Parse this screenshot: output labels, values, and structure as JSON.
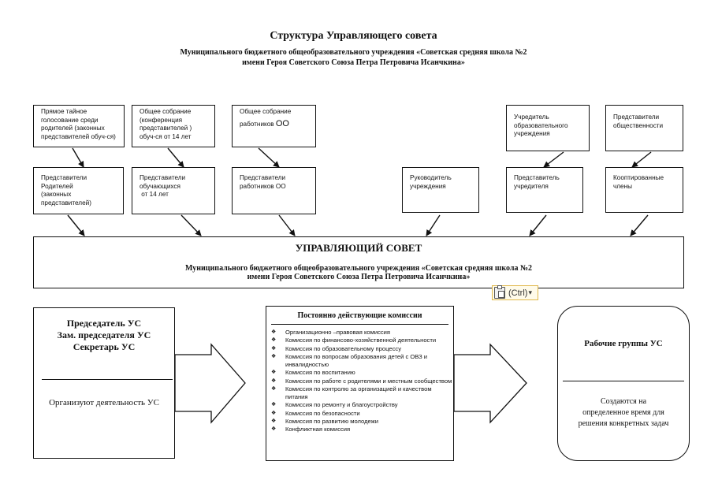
{
  "header": {
    "title": "Структура Управляющего совета",
    "subtitle_line1": "Муниципального бюджетного общеобразовательного учреждения «Советская средняя школа №2",
    "subtitle_line2": "имени Героя Советского Союза Петра Петровича Исанчкина»"
  },
  "sources": [
    {
      "lines": [
        "Прямое тайное",
        "голосование среди",
        "родителей  (законных",
        "представителей обуч-ся)"
      ]
    },
    {
      "lines": [
        "Общее собрание",
        "(конференция",
        "представителей )",
        "обуч-ся от 14 лет"
      ]
    },
    {
      "line1": "Общее собрание",
      "line2_prefix": "работников ",
      "line2_big": "ОО"
    },
    {
      "lines": [
        "Учредитель",
        "образовательного",
        "учреждения"
      ]
    },
    {
      "lines": [
        "Представители",
        "общественности"
      ]
    }
  ],
  "reps": [
    {
      "lines": [
        "Представители",
        "Родителей",
        "(законных",
        "представителей)"
      ]
    },
    {
      "lines": [
        "Представители",
        "обучающихся",
        " от 14 лет"
      ]
    },
    {
      "lines": [
        "Представители",
        "работников ОО"
      ]
    },
    {
      "lines": [
        "Руководитель",
        "учреждения"
      ]
    },
    {
      "lines": [
        "Представитель",
        "учредителя"
      ]
    },
    {
      "lines": [
        "Кооптированные",
        "члены"
      ]
    }
  ],
  "council": {
    "title": "УПРАВЛЯЮЩИЙ СОВЕТ",
    "line1": "Муниципального бюджетного общеобразовательного учреждения «Советская средняя школа №2",
    "line2": "имени Героя Советского Союза Петра Петровича Исанчкина»"
  },
  "leadership": {
    "lines": [
      "Председатель УС",
      "Зам. председателя УС",
      "Секретарь УС"
    ],
    "note": "Организуют деятельность УС"
  },
  "committees": {
    "title": "Постоянно действующие комиссии",
    "items": [
      "Организационно –правовая комиссия",
      "Комиссия по финансово-хозяйственной деятельности",
      "Комиссия по образовательному процессу",
      "Комиссия по вопросам образования детей с ОВЗ и инвалидностью",
      "Комиссия по воспитанию",
      "Комиссия по работе с родителями и местным сообществом",
      "Комиссия по контролю за организацией и качеством питания",
      "Комиссия по ремонту и благоустройству",
      "Комиссия по безопасности",
      "Комиссия по развитию молодежи",
      "Конфликтная комиссия"
    ]
  },
  "working_groups": {
    "title": "Рабочие группы УС",
    "lines": [
      "Создаются на",
      "определенное время для",
      "решения конкретных задач"
    ]
  },
  "paste_button": {
    "label": "(Ctrl)",
    "caret": "▾",
    "icon": "clipboard-icon"
  },
  "colors": {
    "line": "#111111",
    "paste_border": "#e0b84a",
    "paste_bg": "#fffbea"
  }
}
